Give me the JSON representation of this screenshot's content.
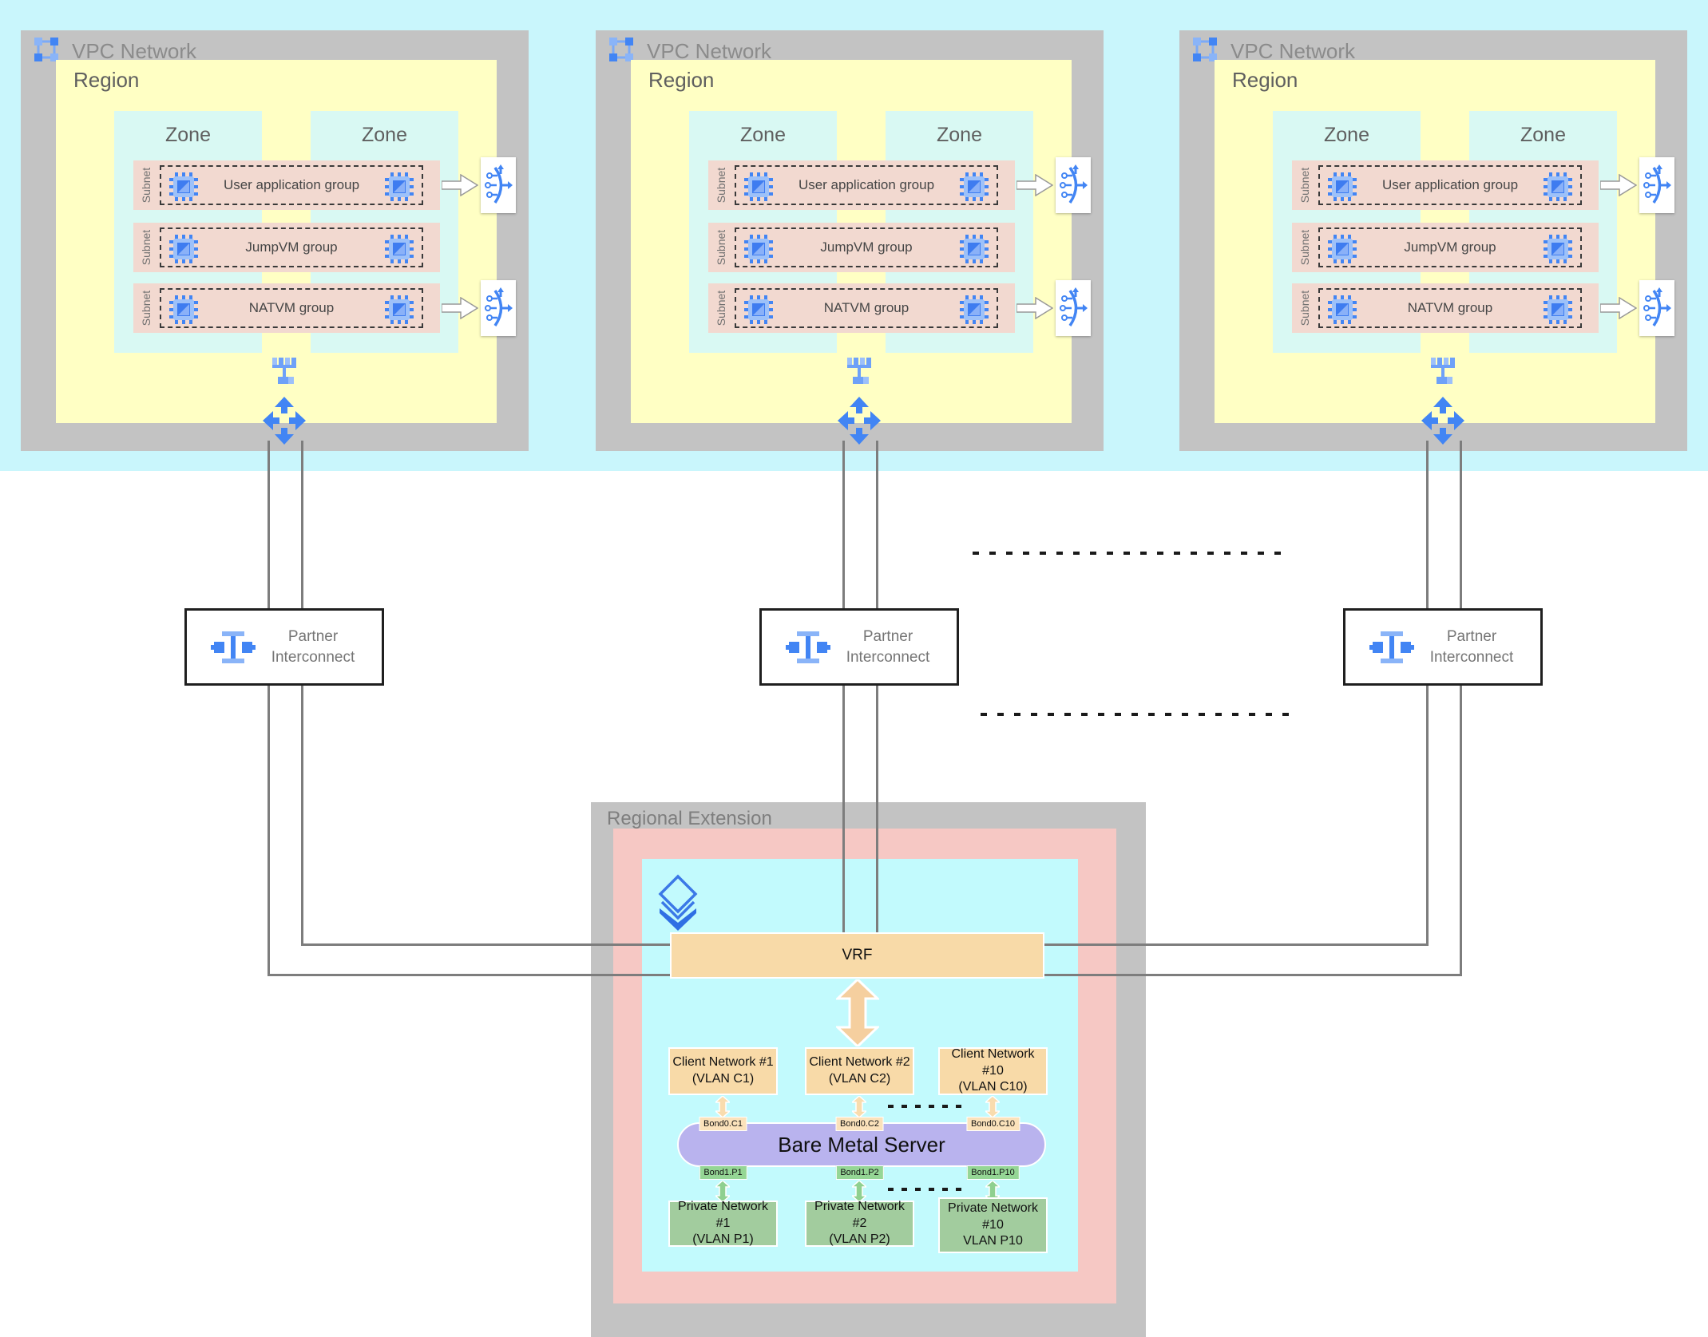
{
  "palette": {
    "top_band": "#c9f6fc",
    "container_gray": "#c3c3c3",
    "region_yellow": "#ffffc4",
    "zone_cyan": "#d9f9f3",
    "subnet_pink": "#f2d9d0",
    "extension_pink": "#f6c8c4",
    "extension_cyan": "#c2fafd",
    "vrf_orange": "#f8daa8",
    "server_purple": "#b9b3ee",
    "private_green": "#a2cc9e",
    "icon_blue": "#4285f4",
    "icon_blue_light": "#8ab4f8",
    "line_gray": "#7d7d7d"
  },
  "icons": {
    "vpc": "vpc-network-icon",
    "vm": "compute-vm-icon",
    "load_balancer": "load-balancer-icon",
    "switch": "network-switch-icon",
    "router": "cloud-router-icon",
    "interconnect": "interconnect-icon",
    "layers": "stacked-layers-icon"
  },
  "vpc_blocks": [
    {
      "title": "VPC Network",
      "region_label": "Region",
      "zones": [
        "Zone",
        "Zone"
      ],
      "subnet_label": "Subnet",
      "subnets": [
        {
          "group": "User application group"
        },
        {
          "group": "JumpVM group"
        },
        {
          "group": "NATVM group"
        }
      ]
    },
    {
      "title": "VPC Network",
      "region_label": "Region",
      "zones": [
        "Zone",
        "Zone"
      ],
      "subnet_label": "Subnet",
      "subnets": [
        {
          "group": "User application group"
        },
        {
          "group": "JumpVM group"
        },
        {
          "group": "NATVM group"
        }
      ]
    },
    {
      "title": "VPC Network",
      "region_label": "Region",
      "zones": [
        "Zone",
        "Zone"
      ],
      "subnet_label": "Subnet",
      "subnets": [
        {
          "group": "User application group"
        },
        {
          "group": "JumpVM group"
        },
        {
          "group": "NATVM group"
        }
      ]
    }
  ],
  "interconnects": [
    {
      "line1": "Partner",
      "line2": "Interconnect"
    },
    {
      "line1": "Partner",
      "line2": "Interconnect"
    },
    {
      "line1": "Partner",
      "line2": "Interconnect"
    }
  ],
  "regional_extension": {
    "title": "Regional Extension",
    "vrf_label": "VRF",
    "server_label": "Bare Metal Server",
    "columns": [
      {
        "client_name": "Client Network #1",
        "client_vlan": "(VLAN C1)",
        "bond_top": "Bond0.C1",
        "bond_bottom": "Bond1.P1",
        "private_name": "Private Network #1",
        "private_vlan": "(VLAN P1)"
      },
      {
        "client_name": "Client Network #2",
        "client_vlan": "(VLAN C2)",
        "bond_top": "Bond0.C2",
        "bond_bottom": "Bond1.P2",
        "private_name": "Private Network #2",
        "private_vlan": "(VLAN P2)"
      },
      {
        "client_name": "Client Network #10",
        "client_vlan": "(VLAN C10)",
        "bond_top": "Bond0.C10",
        "bond_bottom": "Bond1.P10",
        "private_name": "Private Network #10",
        "private_vlan": "VLAN P10"
      }
    ]
  }
}
